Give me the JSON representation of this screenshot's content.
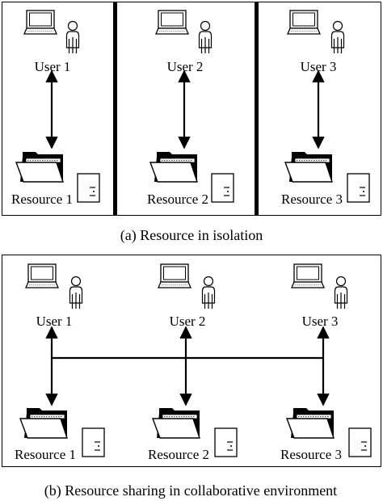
{
  "panel_a": {
    "users": [
      "User 1",
      "User 2",
      "User 3"
    ],
    "resources": [
      "Resource 1",
      "Resource 2",
      "Resource 3"
    ],
    "caption": "(a)  Resource in isolation"
  },
  "panel_b": {
    "users": [
      "User 1",
      "User 2",
      "User 3"
    ],
    "resources": [
      "Resource 1",
      "Resource 2",
      "Resource 3"
    ],
    "caption": "(b)  Resource sharing in collaborative environment"
  },
  "icons": [
    "laptop-icon",
    "person-icon",
    "folder-icon",
    "server-icon"
  ]
}
